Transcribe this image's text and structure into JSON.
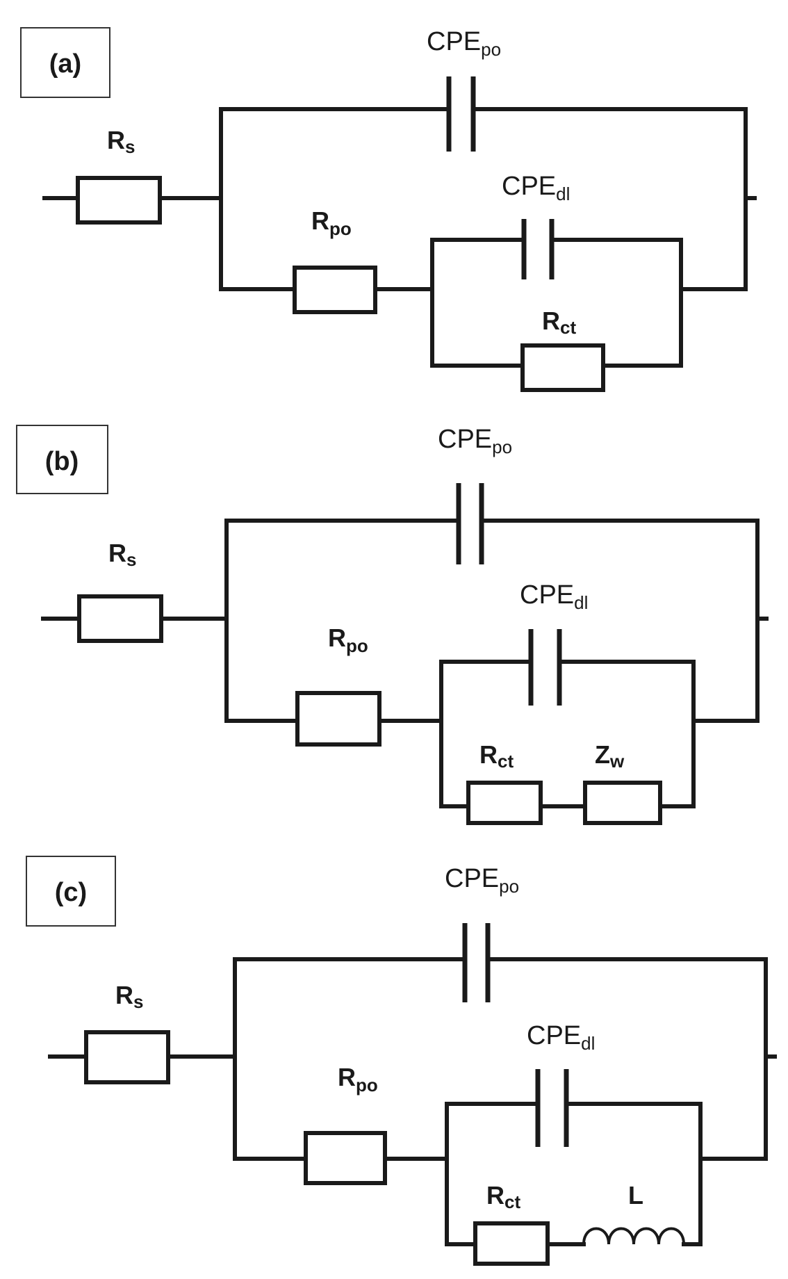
{
  "panels": [
    {
      "label": "(a)",
      "cpe_po": {
        "main": "CPE",
        "sub": "po"
      },
      "cpe_dl": {
        "main": "CPE",
        "sub": "dl"
      },
      "r_s": {
        "main": "R",
        "sub": "s"
      },
      "r_po": {
        "main": "R",
        "sub": "po"
      },
      "r_ct": {
        "main": "R",
        "sub": "ct"
      }
    },
    {
      "label": "(b)",
      "cpe_po": {
        "main": "CPE",
        "sub": "po"
      },
      "cpe_dl": {
        "main": "CPE",
        "sub": "dl"
      },
      "r_s": {
        "main": "R",
        "sub": "s"
      },
      "r_po": {
        "main": "R",
        "sub": "po"
      },
      "r_ct": {
        "main": "R",
        "sub": "ct"
      },
      "z_w": {
        "main": "Z",
        "sub": "w"
      }
    },
    {
      "label": "(c)",
      "cpe_po": {
        "main": "CPE",
        "sub": "po"
      },
      "cpe_dl": {
        "main": "CPE",
        "sub": "dl"
      },
      "r_s": {
        "main": "R",
        "sub": "s"
      },
      "r_po": {
        "main": "R",
        "sub": "po"
      },
      "r_ct": {
        "main": "R",
        "sub": "ct"
      },
      "l": "L"
    }
  ]
}
